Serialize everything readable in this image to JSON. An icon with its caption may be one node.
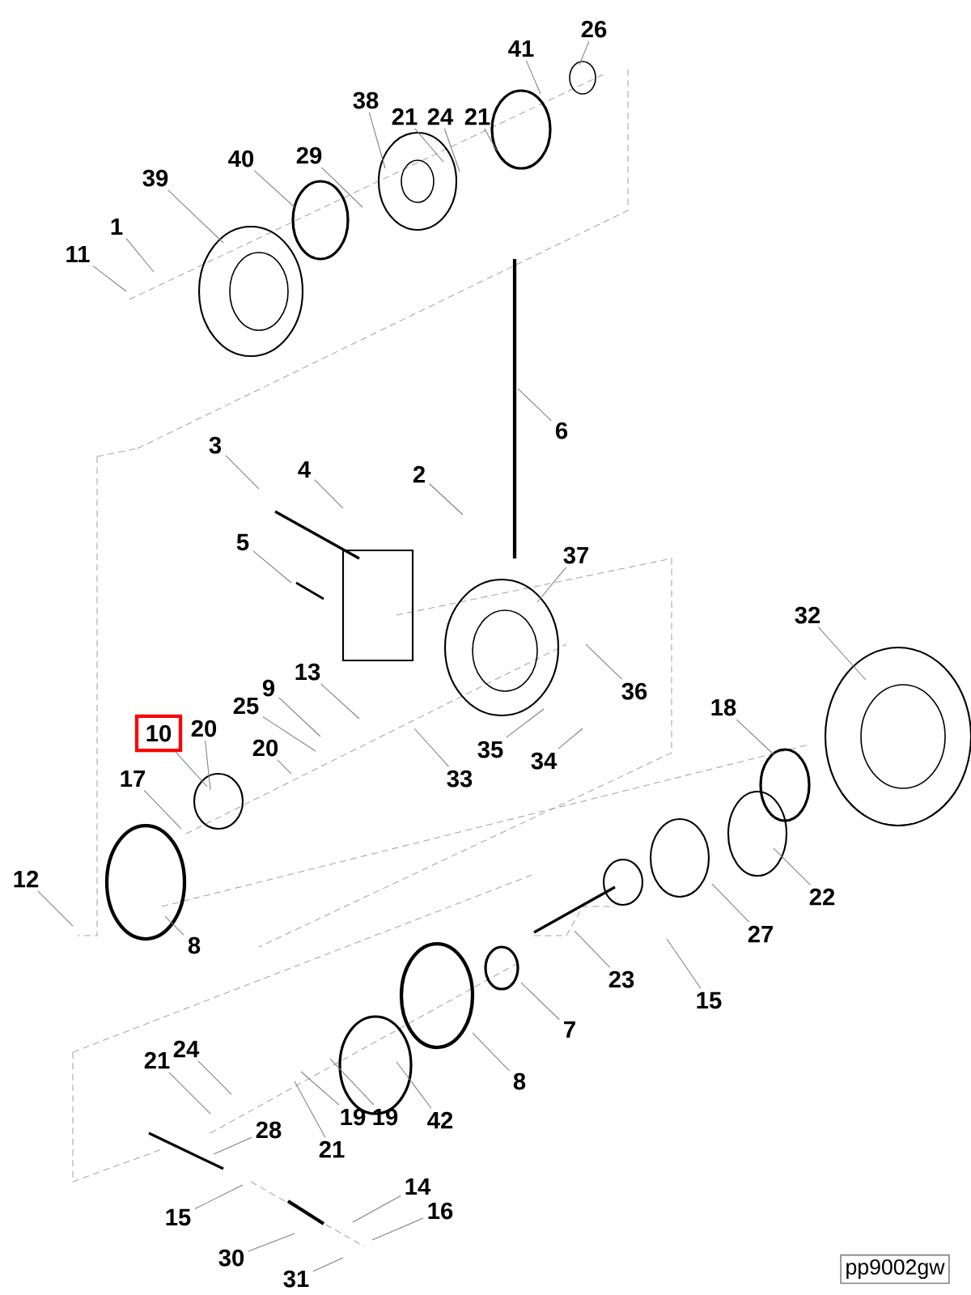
{
  "diagram": {
    "nodes": [
      {
        "text": [
          "26"
        ]
      },
      {
        "text": [
          "41"
        ]
      },
      {
        "text": [
          "21"
        ]
      },
      {
        "text": [
          "38"
        ]
      },
      {
        "text": [
          "21"
        ]
      },
      {
        "text": [
          "24"
        ]
      },
      {
        "text": [
          "40"
        ]
      },
      {
        "text": [
          "29"
        ]
      },
      {
        "text": [
          "39"
        ]
      },
      {
        "text": [
          "1"
        ]
      },
      {
        "text": [
          "11"
        ]
      },
      {
        "text": [
          "6"
        ]
      },
      {
        "text": [
          "3"
        ]
      },
      {
        "text": [
          "4"
        ]
      },
      {
        "text": [
          "2"
        ]
      },
      {
        "text": [
          "5"
        ]
      },
      {
        "text": [
          "37"
        ]
      },
      {
        "text": [
          "32"
        ]
      },
      {
        "text": [
          "13"
        ]
      },
      {
        "text": [
          "9"
        ]
      },
      {
        "text": [
          "25"
        ]
      },
      {
        "text": [
          "36"
        ]
      },
      {
        "text": [
          "18"
        ]
      },
      {
        "text": [
          "10"
        ]
      },
      {
        "text": [
          "20"
        ]
      },
      {
        "text": [
          "20"
        ]
      },
      {
        "text": [
          "35"
        ]
      },
      {
        "text": [
          "34"
        ]
      },
      {
        "text": [
          "33"
        ]
      },
      {
        "text": [
          "17"
        ]
      },
      {
        "text": [
          "22"
        ]
      },
      {
        "text": [
          "12"
        ]
      },
      {
        "text": [
          "27"
        ]
      },
      {
        "text": [
          "8"
        ]
      },
      {
        "text": [
          "23"
        ]
      },
      {
        "text": [
          "15"
        ]
      },
      {
        "text": [
          "7"
        ]
      },
      {
        "text": [
          "24"
        ]
      },
      {
        "text": [
          "21"
        ]
      },
      {
        "text": [
          "8"
        ]
      },
      {
        "text": [
          "28"
        ]
      },
      {
        "text": [
          "42"
        ]
      },
      {
        "text": [
          "19"
        ]
      },
      {
        "text": [
          "19"
        ]
      },
      {
        "text": [
          "21"
        ]
      },
      {
        "text": [
          "14"
        ]
      },
      {
        "text": [
          "16"
        ]
      },
      {
        "text": [
          "15"
        ]
      },
      {
        "text": [
          "30"
        ]
      },
      {
        "text": [
          "31"
        ]
      }
    ],
    "edges": [
      {
        "from": 0,
        "to": null,
        "arrow": "none"
      },
      {
        "from": 1,
        "to": null,
        "arrow": "none"
      },
      {
        "from": 2,
        "to": null,
        "arrow": "none"
      },
      {
        "from": 3,
        "to": null,
        "arrow": "none"
      },
      {
        "from": 4,
        "to": null,
        "arrow": "none"
      },
      {
        "from": 5,
        "to": null,
        "arrow": "none"
      },
      {
        "from": 6,
        "to": null,
        "arrow": "none"
      },
      {
        "from": 7,
        "to": null,
        "arrow": "none"
      },
      {
        "from": 8,
        "to": null,
        "arrow": "none"
      },
      {
        "from": 9,
        "to": null,
        "arrow": "none"
      },
      {
        "from": 10,
        "to": null,
        "arrow": "none"
      },
      {
        "from": 11,
        "to": null,
        "arrow": "none"
      },
      {
        "from": 12,
        "to": null,
        "arrow": "none"
      },
      {
        "from": 13,
        "to": null,
        "arrow": "none"
      },
      {
        "from": 14,
        "to": null,
        "arrow": "none"
      },
      {
        "from": 15,
        "to": null,
        "arrow": "none"
      },
      {
        "from": 16,
        "to": null,
        "arrow": "none"
      },
      {
        "from": 17,
        "to": null,
        "arrow": "none"
      },
      {
        "from": 18,
        "to": null,
        "arrow": "none"
      },
      {
        "from": 19,
        "to": null,
        "arrow": "none"
      },
      {
        "from": 20,
        "to": null,
        "arrow": "none"
      },
      {
        "from": 21,
        "to": null,
        "arrow": "none"
      },
      {
        "from": 22,
        "to": null,
        "arrow": "none"
      },
      {
        "from": 23,
        "to": null,
        "arrow": "none"
      },
      {
        "from": 24,
        "to": null,
        "arrow": "none"
      },
      {
        "from": 25,
        "to": null,
        "arrow": "none"
      },
      {
        "from": 26,
        "to": null,
        "arrow": "none"
      },
      {
        "from": 27,
        "to": null,
        "arrow": "none"
      },
      {
        "from": 28,
        "to": null,
        "arrow": "none"
      },
      {
        "from": 29,
        "to": null,
        "arrow": "none"
      },
      {
        "from": 30,
        "to": null,
        "arrow": "none"
      },
      {
        "from": 31,
        "to": null,
        "arrow": "none"
      },
      {
        "from": 32,
        "to": null,
        "arrow": "none"
      },
      {
        "from": 33,
        "to": null,
        "arrow": "none"
      },
      {
        "from": 34,
        "to": null,
        "arrow": "none"
      },
      {
        "from": 35,
        "to": null,
        "arrow": "none"
      },
      {
        "from": 36,
        "to": null,
        "arrow": "none"
      },
      {
        "from": 37,
        "to": null,
        "arrow": "none"
      },
      {
        "from": 38,
        "to": null,
        "arrow": "none"
      },
      {
        "from": 39,
        "to": null,
        "arrow": "none"
      },
      {
        "from": 40,
        "to": null,
        "arrow": "none"
      },
      {
        "from": 41,
        "to": null,
        "arrow": "none"
      },
      {
        "from": 42,
        "to": null,
        "arrow": "none"
      },
      {
        "from": 43,
        "to": null,
        "arrow": "none"
      },
      {
        "from": 44,
        "to": null,
        "arrow": "none"
      },
      {
        "from": 45,
        "to": null,
        "arrow": "none"
      },
      {
        "from": 46,
        "to": null,
        "arrow": "none"
      },
      {
        "from": 47,
        "to": null,
        "arrow": "none"
      },
      {
        "from": 48,
        "to": null,
        "arrow": "none"
      },
      {
        "from": 49,
        "to": null,
        "arrow": "none"
      }
    ],
    "labels": [
      "pp9002gw"
    ]
  }
}
